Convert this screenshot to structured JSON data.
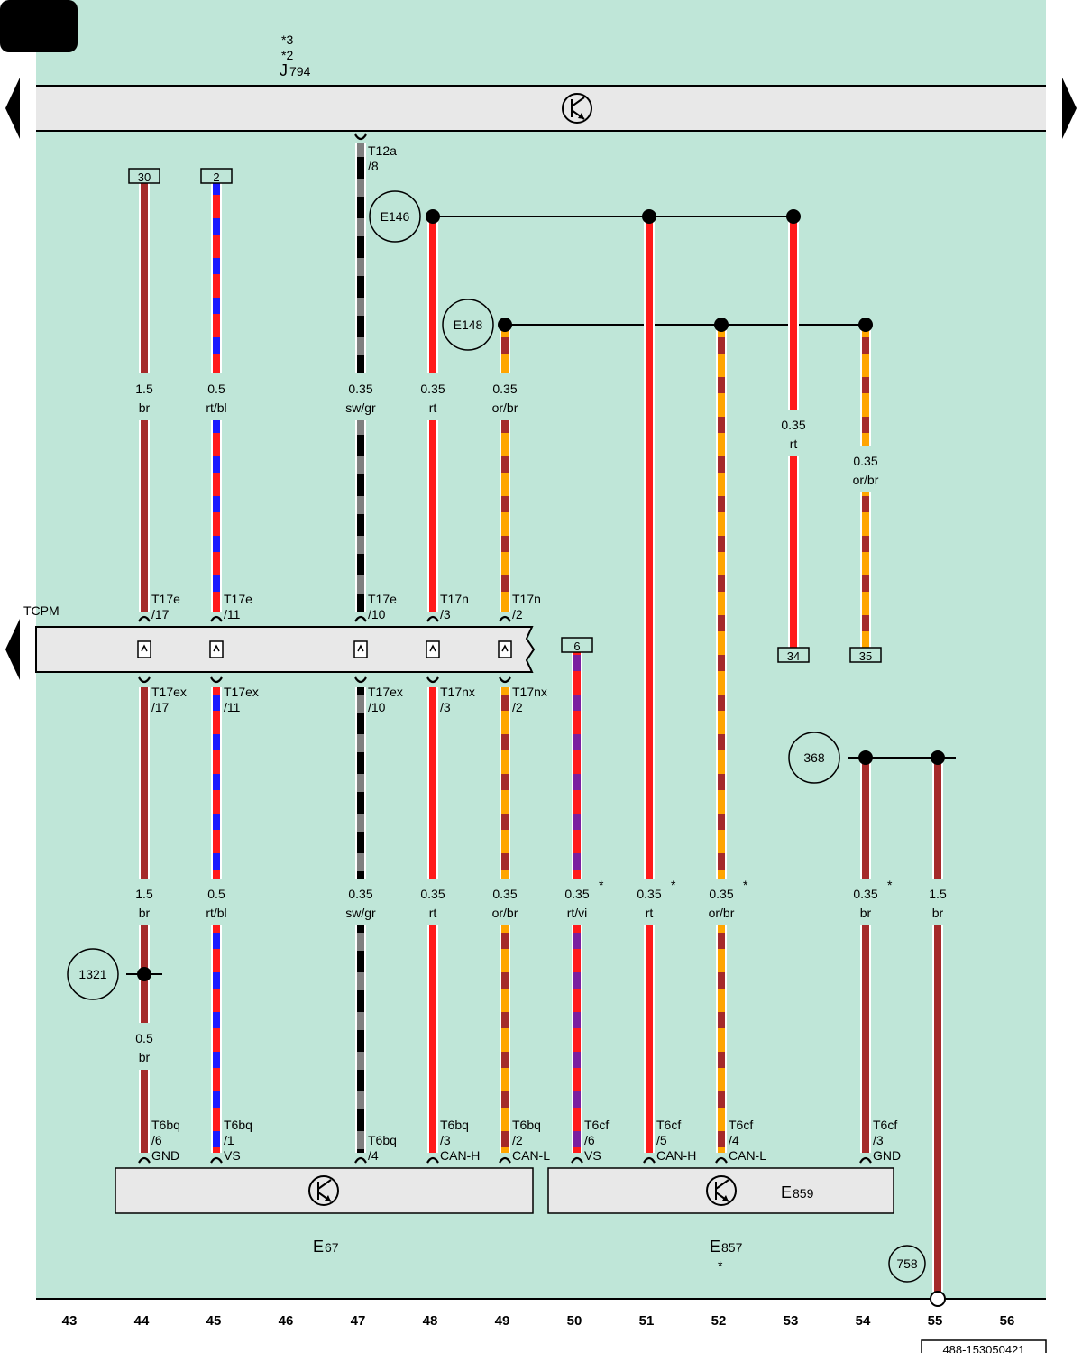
{
  "header": {
    "footnote_3": "*3",
    "footnote_2": "*2",
    "control_unit": "J",
    "control_unit_sub": "794"
  },
  "colors": {
    "background": "#bfe6d8",
    "rail": "#e8e8e8",
    "br": "#a52a2a",
    "rt": "#ff1a1a",
    "bl": "#1a1aff",
    "sw": "#000000",
    "gr": "#808080",
    "or": "#ffa500",
    "vi": "#7a1fa0"
  },
  "ground_label": "TCPM",
  "terminals": {
    "t30": "30",
    "t2": "2",
    "t6": "6",
    "t34": "34",
    "t35": "35"
  },
  "circles": {
    "e146": "E146",
    "e148": "E148",
    "c368": "368",
    "c1321": "1321",
    "c758": "758"
  },
  "wire_labels": {
    "w44a_size": "1.5",
    "w44a_color": "br",
    "w45a_size": "0.5",
    "w45a_color": "rt/bl",
    "w47a_size": "0.35",
    "w47a_color": "sw/gr",
    "w48a_size": "0.35",
    "w48a_color": "rt",
    "w49a_size": "0.35",
    "w49a_color": "or/br",
    "w53_size": "0.35",
    "w53_color": "rt",
    "w54a_size": "0.35",
    "w54a_color": "or/br",
    "w44b_size": "1.5",
    "w44b_color": "br",
    "w45b_size": "0.5",
    "w45b_color": "rt/bl",
    "w47b_size": "0.35",
    "w47b_color": "sw/gr",
    "w48b_size": "0.35",
    "w48b_color": "rt",
    "w49b_size": "0.35",
    "w49b_color": "or/br",
    "w50_size": "0.35",
    "w50_color": "rt/vi",
    "w51_size": "0.35",
    "w51_color": "rt",
    "w52_size": "0.35",
    "w52_color": "or/br",
    "w54b_size": "0.35",
    "w54b_color": "br",
    "w55_size": "1.5",
    "w55_color": "br",
    "w44c_size": "0.5",
    "w44c_color": "br",
    "star": "*"
  },
  "connectors": {
    "t12a": "T12a",
    "t12a_pin": "/8",
    "upper": [
      {
        "name": "T17e",
        "pin": "/17"
      },
      {
        "name": "T17e",
        "pin": "/11"
      },
      {
        "name": "T17e",
        "pin": "/10"
      },
      {
        "name": "T17n",
        "pin": "/3"
      },
      {
        "name": "T17n",
        "pin": "/2"
      }
    ],
    "lower": [
      {
        "name": "T17ex",
        "pin": "/17"
      },
      {
        "name": "T17ex",
        "pin": "/11"
      },
      {
        "name": "T17ex",
        "pin": "/10"
      },
      {
        "name": "T17nx",
        "pin": "/3"
      },
      {
        "name": "T17nx",
        "pin": "/2"
      }
    ],
    "bottom": [
      {
        "name": "T6bq",
        "pin": "/6",
        "sig": "GND"
      },
      {
        "name": "T6bq",
        "pin": "/1",
        "sig": "VS"
      },
      {
        "name": "T6bq",
        "pin": "/4",
        "sig": ""
      },
      {
        "name": "T6bq",
        "pin": "/3",
        "sig": "CAN-H"
      },
      {
        "name": "T6bq",
        "pin": "/2",
        "sig": "CAN-L"
      },
      {
        "name": "T6cf",
        "pin": "/6",
        "sig": "VS"
      },
      {
        "name": "T6cf",
        "pin": "/5",
        "sig": "CAN-H"
      },
      {
        "name": "T6cf",
        "pin": "/4",
        "sig": "CAN-L"
      },
      {
        "name": "T6cf",
        "pin": "/3",
        "sig": "GND"
      }
    ]
  },
  "components": {
    "e67": "E",
    "e67_sub": "67",
    "e857": "E",
    "e857_sub": "857",
    "e857_star": "*",
    "e859": "E",
    "e859_sub": "859"
  },
  "columns": [
    "43",
    "44",
    "45",
    "46",
    "47",
    "48",
    "49",
    "50",
    "51",
    "52",
    "53",
    "54",
    "55",
    "56"
  ],
  "doc_id": "488-153050421"
}
